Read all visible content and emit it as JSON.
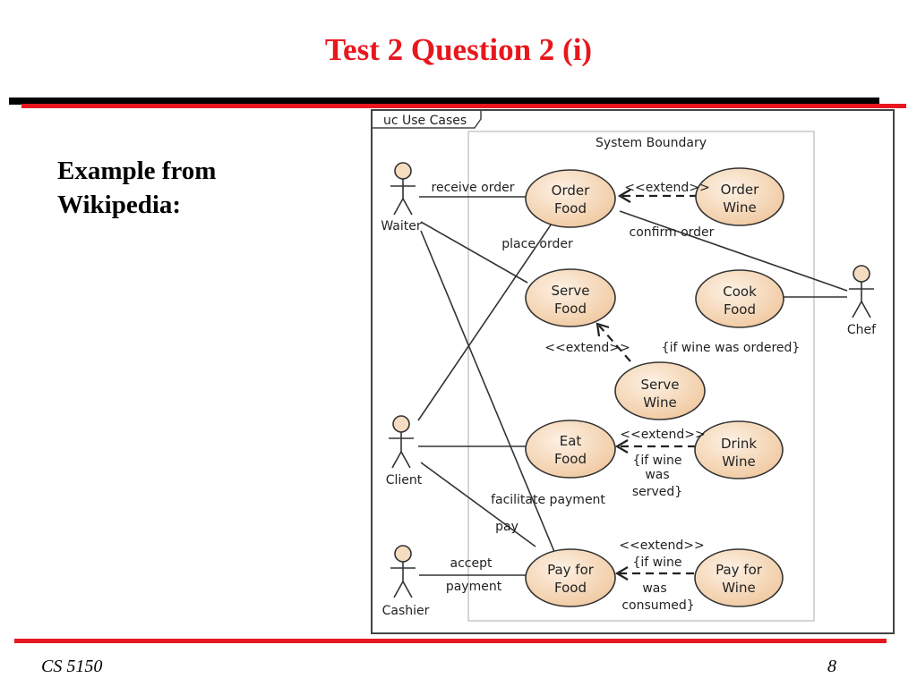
{
  "slide": {
    "title": "Test 2 Question 2 (i)",
    "left_text_line1": "Example from",
    "left_text_line2": "Wikipedia:",
    "footer_left": "CS 5150",
    "page_number": "8"
  },
  "diagram": {
    "frame_label": "uc Use Cases",
    "boundary_label": "System Boundary",
    "actors": {
      "waiter": "Waiter",
      "client": "Client",
      "cashier": "Cashier",
      "chef": "Chef"
    },
    "use_cases": {
      "order_food": [
        "Order",
        "Food"
      ],
      "order_wine": [
        "Order",
        "Wine"
      ],
      "serve_food": [
        "Serve",
        "Food"
      ],
      "cook_food": [
        "Cook",
        "Food"
      ],
      "serve_wine": [
        "Serve",
        "Wine"
      ],
      "eat_food": [
        "Eat",
        "Food"
      ],
      "drink_wine": [
        "Drink",
        "Wine"
      ],
      "pay_for_food": [
        "Pay for",
        "Food"
      ],
      "pay_for_wine": [
        "Pay for",
        "Wine"
      ]
    },
    "labels": {
      "receive_order": "receive order",
      "place_order": "place order",
      "confirm_order": "confirm order",
      "extend_order_wine": "<<extend>>",
      "extend_serve_wine": "<<extend>>",
      "cond_serve_wine": "{if wine was ordered}",
      "extend_drink_wine": "<<extend>>",
      "cond_drink_wine": [
        "{if wine",
        "was",
        "served}"
      ],
      "facilitate_payment": "facilitate payment",
      "pay": "pay",
      "accept_payment": [
        "accept",
        "payment"
      ],
      "extend_pay_wine": "<<extend>>",
      "cond_pay_wine": [
        "{if wine",
        "was",
        "consumed}"
      ]
    },
    "colors": {
      "use_case_fill_light": "#fdf1e4",
      "use_case_fill_dark": "#f0c9a0",
      "use_case_stroke": "#333333",
      "actor_head_fill": "#f6dcc1",
      "title_red": "#e8171e"
    }
  }
}
